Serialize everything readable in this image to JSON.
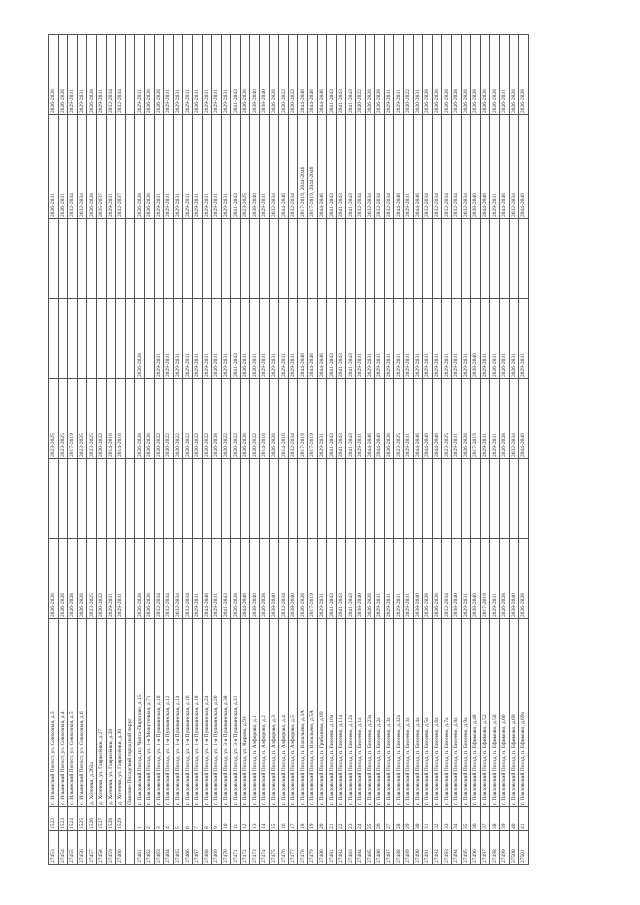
{
  "document": {
    "rows": [
      [
        "27453",
        "1522",
        "с. Ильинский Погост, ул. Совхозная, д.3",
        "2026-2028",
        "",
        "2023-2025",
        "",
        "",
        "2026-2031",
        "2026-2028"
      ],
      [
        "27454",
        "1523",
        "с. Ильинский Погост, ул. Совхозная, д.4",
        "2026-2028",
        "",
        "2023-2025",
        "",
        "",
        "2026-2031",
        "2026-2028"
      ],
      [
        "27455",
        "1524",
        "с. Ильинский Погост, ул. Совхозная, д.5",
        "2026-2028",
        "",
        "2017-2019",
        "",
        "",
        "2032-2034",
        "2029-2031"
      ],
      [
        "27456",
        "1525",
        "с. Ильинский Погост, ул. Совхозная, д.6",
        "2026-2028",
        "",
        "2023-2025",
        "",
        "",
        "2032-2034",
        "2029-2031"
      ],
      [
        "27457",
        "1526",
        "д. Хотеичи, д.263а",
        "2023-2025",
        "",
        "2023-2025",
        "",
        "",
        "2026-2028",
        "2026-2028"
      ],
      [
        "27458",
        "1527",
        "д. Хотеичи, ул. Гаврилёнки, д.27",
        "2020-2022",
        "",
        "2020-2022",
        "",
        "",
        "2035-2037",
        "2029-2031"
      ],
      [
        "27459",
        "1528",
        "д. Хотеичи, ул. Гаврилёнки, д.28",
        "2029-2031",
        "",
        "2014-2016",
        "",
        "",
        "2029-2031",
        "2032-2034"
      ],
      [
        "27460",
        "1529",
        "д. Хотеичи, ул. Гаврилёнки, д.30",
        "2029-2031",
        "",
        "2014-2016",
        "",
        "",
        "2032-2037",
        "2032-2034"
      ],
      [
        "",
        "",
        "Павлово-Посадский городской округ",
        "",
        "",
        "",
        "",
        "",
        "",
        ""
      ],
      [
        "27461",
        "1",
        "г. Павловский Посад, пл. Чапта-Пирогово, д.15",
        "2026-2028",
        "",
        "2026-2028",
        "2026-2028",
        "",
        "2026-2028",
        "2029-2031"
      ],
      [
        "27462",
        "2",
        "г. Павловский Посад, ул. 1-я Межуточная, д.71",
        "2026-2028",
        "",
        "2026-2028",
        "",
        "",
        "2026-2028",
        "2026-2028"
      ],
      [
        "27463",
        "3",
        "г. Павловский Посад, ул. 1-я Пушкинская, д.10",
        "2032-2034",
        "",
        "2020-2022",
        "2029-2031",
        "",
        "2029-2031",
        "2026-2028"
      ],
      [
        "27464",
        "4",
        "г. Павловский Посад, ул. 1-я Пушкинская, д.12",
        "2032-2034",
        "",
        "2020-2022",
        "2029-2031",
        "",
        "2029-2031",
        "2029-2031"
      ],
      [
        "27465",
        "5",
        "г. Павловский Посад, ул. 1-я Пушкинская, д.14",
        "2032-2034",
        "",
        "2020-2022",
        "2029-2031",
        "",
        "2029-2031",
        "2029-2031"
      ],
      [
        "27466",
        "6",
        "г. Павловский Посад, ул. 1-я Пушкинская, д.16",
        "2032-2034",
        "",
        "2020-2022",
        "2029-2031",
        "",
        "2029-2031",
        "2029-2031"
      ],
      [
        "27467",
        "7",
        "г. Павловский Посад, ул. 1-я Пушкинская, д.18",
        "2029-2031",
        "",
        "2020-2022",
        "2029-2031",
        "",
        "2029-2031",
        "2026-2031"
      ],
      [
        "27468",
        "8",
        "г. Павловский Посад, ул. 1-я Пушкинская, д.24",
        "2044-2046",
        "",
        "2020-2022",
        "2029-2031",
        "",
        "2029-2031",
        "2029-2031"
      ],
      [
        "27469",
        "9",
        "г. Павловский Посад, ул. 1-я Пушкинская, д.26",
        "2029-2031",
        "",
        "2026-2028",
        "2026-2031",
        "",
        "2029-2031",
        "2029-2031"
      ],
      [
        "27470",
        "10",
        "г. Павловский Посад, ул. 3-я Пушкинская, д.38",
        "2041-2043",
        "",
        "2020-2022",
        "2029-2031",
        "",
        "2029-2031",
        "2029-2031"
      ],
      [
        "27471",
        "11",
        "г. Павловский Посад, ул. 3-я Пушкинская, д.31",
        "2026-2028",
        "",
        "2020-2022",
        "2041-2043",
        "",
        "2041-2043",
        "2041-2043"
      ],
      [
        "27472",
        "12",
        "г. Павловский Посад, ул. Кирова, д.93",
        "2044-2046",
        "",
        "2026-2028",
        "2026-2031",
        "",
        "2023-2025",
        "2026-2028"
      ],
      [
        "27473",
        "13",
        "г. Павловский Посад, п. Аэфорово, д.1",
        "2038-2040",
        "",
        "2020-2022",
        "2020-2031",
        "",
        "2038-2040",
        "2038-2040"
      ],
      [
        "27474",
        "14",
        "г. Павловский Посад, п. Аэфорово, д.2",
        "2026-2028",
        "",
        "2014-2016",
        "2029-2031",
        "",
        "2029-2031",
        "2038-2040"
      ],
      [
        "27475",
        "15",
        "г. Павловский Посад, п. Аэфорово, д.3",
        "2038-2040",
        "",
        "2026-2028",
        "2029-2031",
        "",
        "2032-2034",
        "2026-2028"
      ],
      [
        "27476",
        "16",
        "г. Павловский Посад, п. Аэфорово, д.4",
        "2032-2034",
        "",
        "2014-2016",
        "2029-2031",
        "",
        "2044-2046",
        "2020-2022"
      ],
      [
        "27477",
        "17",
        "г. Павловский Посад, п. Аэфорово, д.5",
        "2038-2040",
        "",
        "2032-2034",
        "2029-2031",
        "",
        "2032-2034",
        "2020-2022"
      ],
      [
        "27478",
        "18",
        "г. Павловский Посад, п. Васильево, д.3А",
        "2026-2028",
        "",
        "2017-2019",
        "2044-2046",
        "",
        "2017-2019, 2044-2046",
        "2044-2046"
      ],
      [
        "27479",
        "19",
        "г. Павловский Посад, п. Васильево, д.5А",
        "2017-2019",
        "",
        "2017-2019",
        "2044-2046",
        "",
        "2017-2019, 2044-2046",
        "2044-2046"
      ],
      [
        "27480",
        "20",
        "г. Павловский Посад, п. Грибанова, д.69",
        "2029-2031",
        "",
        "2029-2031",
        "2044-2046",
        "",
        "2044-2046",
        "2044-2046"
      ],
      [
        "27481",
        "21",
        "г. Павловский Посад, п. Евсеево, д.10а",
        "2041-2043",
        "",
        "2041-2043",
        "2041-2043",
        "",
        "2041-2043",
        "2041-2043"
      ],
      [
        "27482",
        "22",
        "г. Павловский Посад, п. Евсеево, д.11а",
        "2041-2043",
        "",
        "2041-2043",
        "2041-2043",
        "",
        "2041-2043",
        "2041-2043"
      ],
      [
        "27483",
        "23",
        "г. Павловский Посад, п. Евсеево, д.12а",
        "2041-2043",
        "",
        "2041-2043",
        "2041-2043",
        "",
        "2041-2043",
        "2041-2043"
      ],
      [
        "27484",
        "24",
        "г. Павловский Посад, п. Евсеево, д.1а",
        "2038-2040",
        "",
        "2029-2031",
        "2029-2031",
        "",
        "2032-2034",
        "2020-2022"
      ],
      [
        "27485",
        "25",
        "г. Павловский Посад, п. Евсеево, д.23а",
        "2026-2028",
        "",
        "2044-2046",
        "2029-2031",
        "",
        "2032-2034",
        "2026-2028"
      ],
      [
        "27486",
        "26",
        "г. Павловский Посад, п. Евсеево, д.2а",
        "2029-2031",
        "",
        "2044-2046",
        "2029-2031",
        "",
        "2032-2034",
        "2026-2028"
      ],
      [
        "27487",
        "27",
        "г. Павловский Посад, п. Евсеево, д.3а",
        "2029-2031",
        "",
        "2026-2028",
        "2029-2031",
        "",
        "2032-2034",
        "2029-2031"
      ],
      [
        "27488",
        "28",
        "г. Павловский Посад, п. Евсеево, д.32а",
        "2029-2031",
        "",
        "2023-2025",
        "2029-2031",
        "",
        "2044-2046",
        "2029-2031"
      ],
      [
        "27489",
        "29",
        "г. Павловский Посад, п. Евсеево, д.3а",
        "2029-2031",
        "",
        "2029-2031",
        "2029-2031",
        "",
        "2029-2031",
        "2020-2022"
      ],
      [
        "27490",
        "30",
        "г. Павловский Посад, п. Евсеево, д.4а",
        "2038-2040",
        "",
        "2044-2046",
        "2029-2031",
        "",
        "2044-2046",
        "2020-2031"
      ],
      [
        "27491",
        "31",
        "г. Павловский Посад, п. Евсеево, д.5а",
        "2026-2028",
        "",
        "2044-2046",
        "2029-2031",
        "",
        "2032-2034",
        "2026-2028"
      ],
      [
        "27492",
        "32",
        "г. Павловский Посад, п. Евсеево, д.6а",
        "2026-2028",
        "",
        "2044-2046",
        "2029-2031",
        "",
        "2032-2034",
        "2026-2028"
      ],
      [
        "27493",
        "33",
        "г. Павловский Посад, п. Евсеево, д.7а",
        "2032-2034",
        "",
        "2023-2025",
        "2029-2031",
        "",
        "2032-2034",
        "2026-2028"
      ],
      [
        "27494",
        "34",
        "г. Павловский Посад, п. Евсеево, д.8а",
        "2038-2040",
        "",
        "2029-2031",
        "2029-2031",
        "",
        "2032-2034",
        "2026-2028"
      ],
      [
        "27495",
        "35",
        "г. Павловский Посад, п. Евсеево, д.9а",
        "2029-2031",
        "",
        "2026-2028",
        "2029-2031",
        "",
        "2032-2034",
        "2026-2028"
      ],
      [
        "27496",
        "36",
        "г. Павловский Посад, п. Ефимово, д.48",
        "2038-2040",
        "",
        "2017-2019",
        "2038-2040",
        "",
        "2038-2040",
        "2026-2028"
      ],
      [
        "27497",
        "37",
        "г. Павловский Посад, п. Ефимово, д.52",
        "2017-2019",
        "",
        "2029-2031",
        "2029-2031",
        "",
        "2044-2046",
        "2026-2028"
      ],
      [
        "27498",
        "38",
        "г. Павловский Посад, п. Ефимово, д.58",
        "2029-2031",
        "",
        "2029-2031",
        "2026-2031",
        "",
        "2029-2031",
        "2026-2028"
      ],
      [
        "27499",
        "39",
        "г. Павловский Посад, п. Ефимово, д.60",
        "2026-2028",
        "",
        "2026-2028",
        "2026-2031",
        "",
        "2044-2046",
        "2026-2031"
      ],
      [
        "27500",
        "40",
        "г. Павловский Посад, п. Ефимово, д.69",
        "2038-2040",
        "",
        "2032-2034",
        "2026-2031",
        "",
        "2032-2034",
        "2026-2028"
      ],
      [
        "27501",
        "41",
        "г. Павловский Посад, п. Ефимово, д.69а",
        "2026-2028",
        "",
        "2044-2046",
        "2029-2031",
        "",
        "2044-2046",
        "2026-2028"
      ]
    ]
  }
}
